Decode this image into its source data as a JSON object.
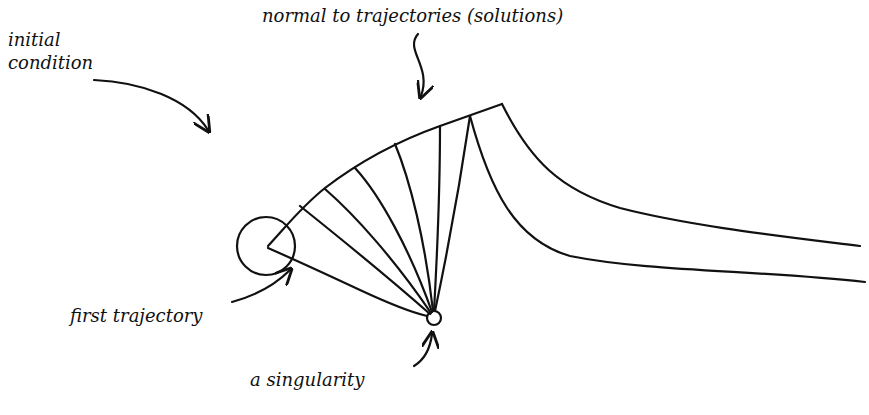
{
  "diagram": {
    "labels": [
      "normal to trajectories (solutions)",
      "initial condition",
      "first trajectory",
      "a singularity"
    ]
  }
}
